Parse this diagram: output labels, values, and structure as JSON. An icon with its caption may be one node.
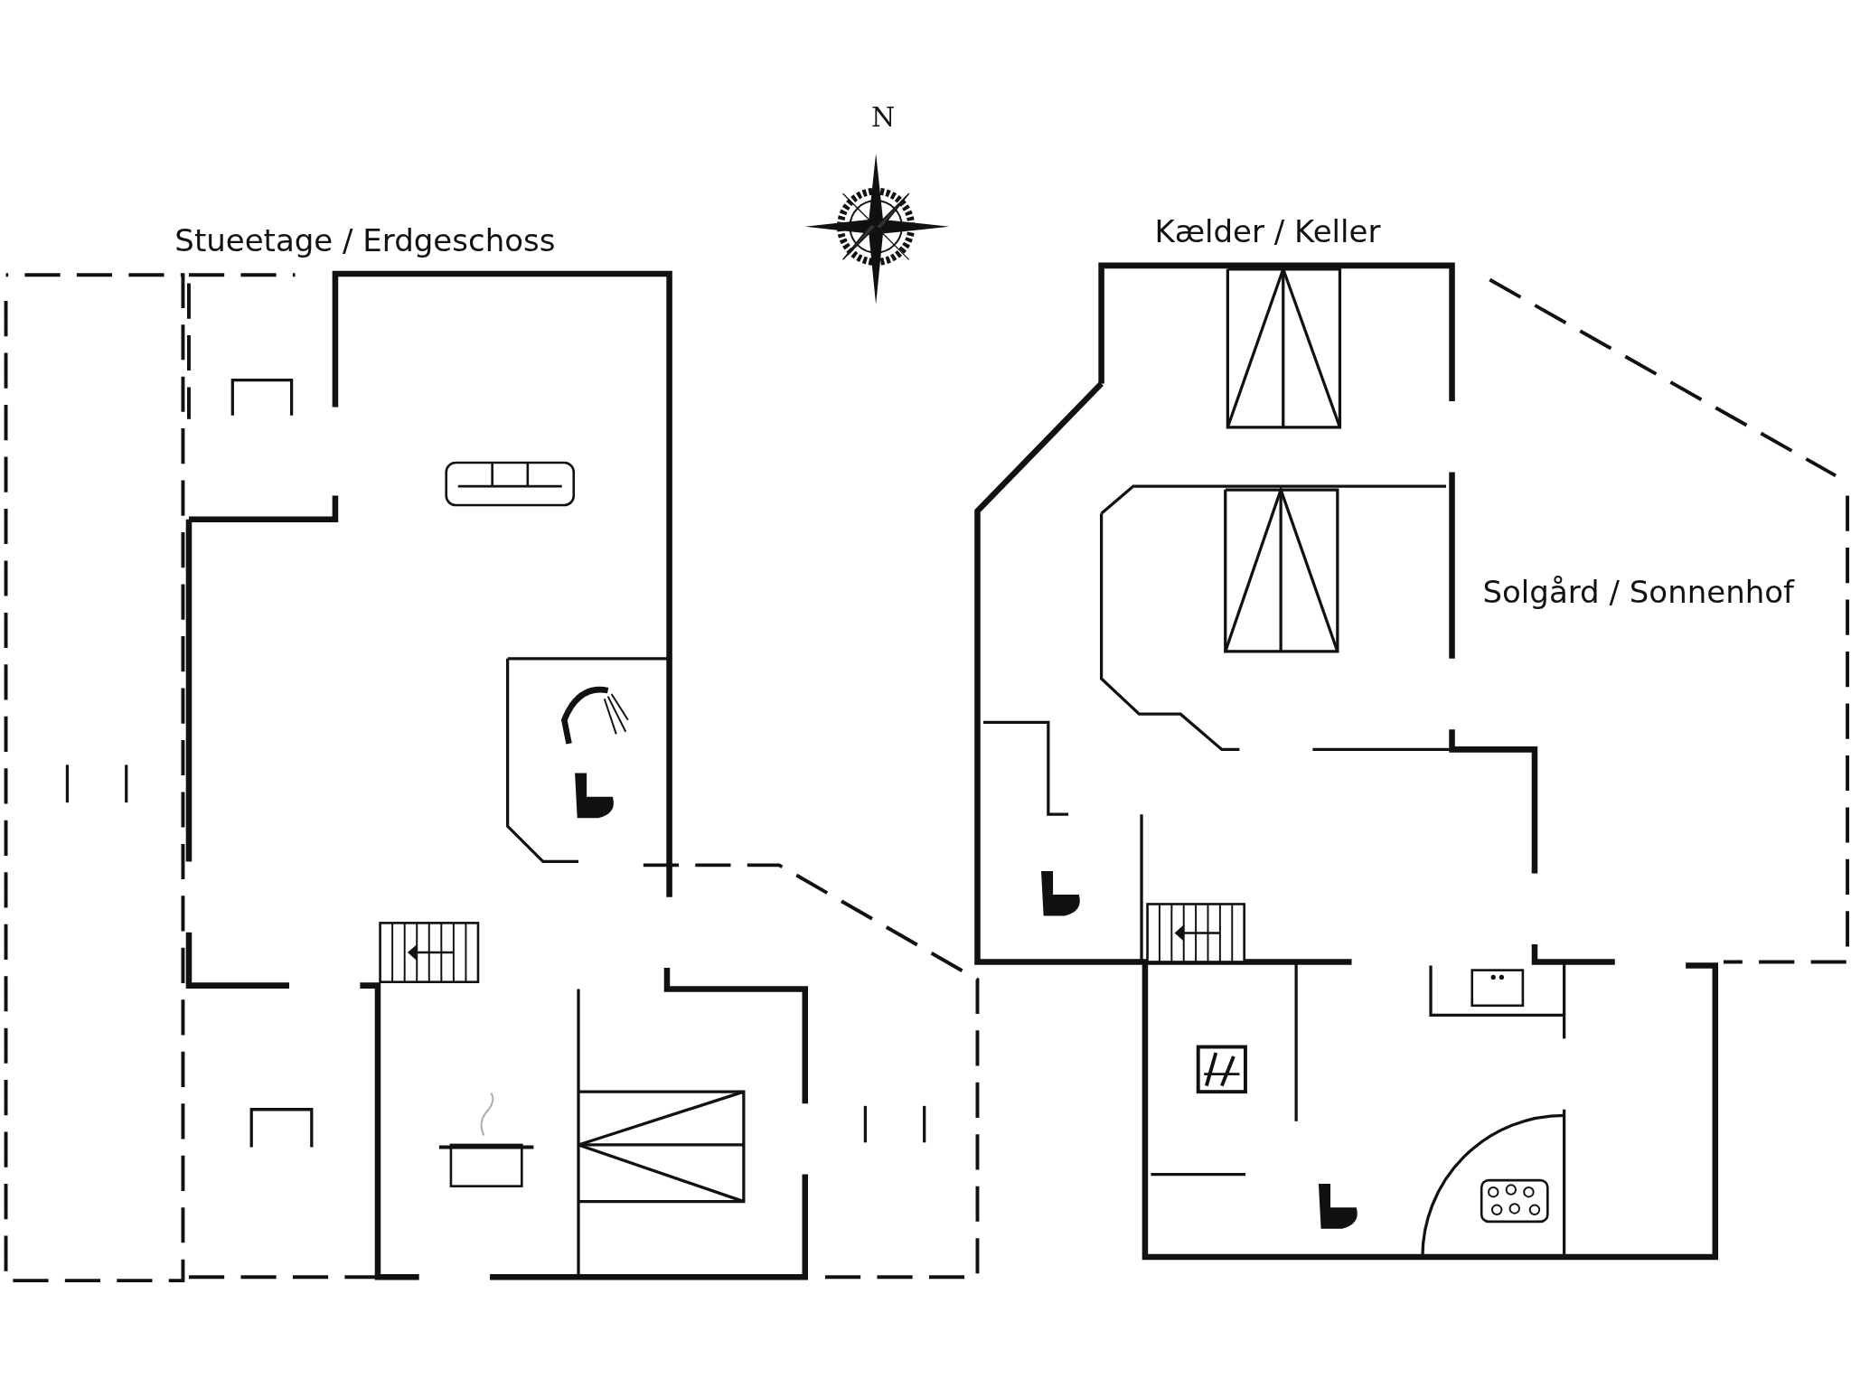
{
  "diagram": {
    "labels": [
      "N",
      "Stueetage / Erdgeschoss",
      "Kælder / Keller",
      "Solgård / Sonnenhof"
    ]
  }
}
